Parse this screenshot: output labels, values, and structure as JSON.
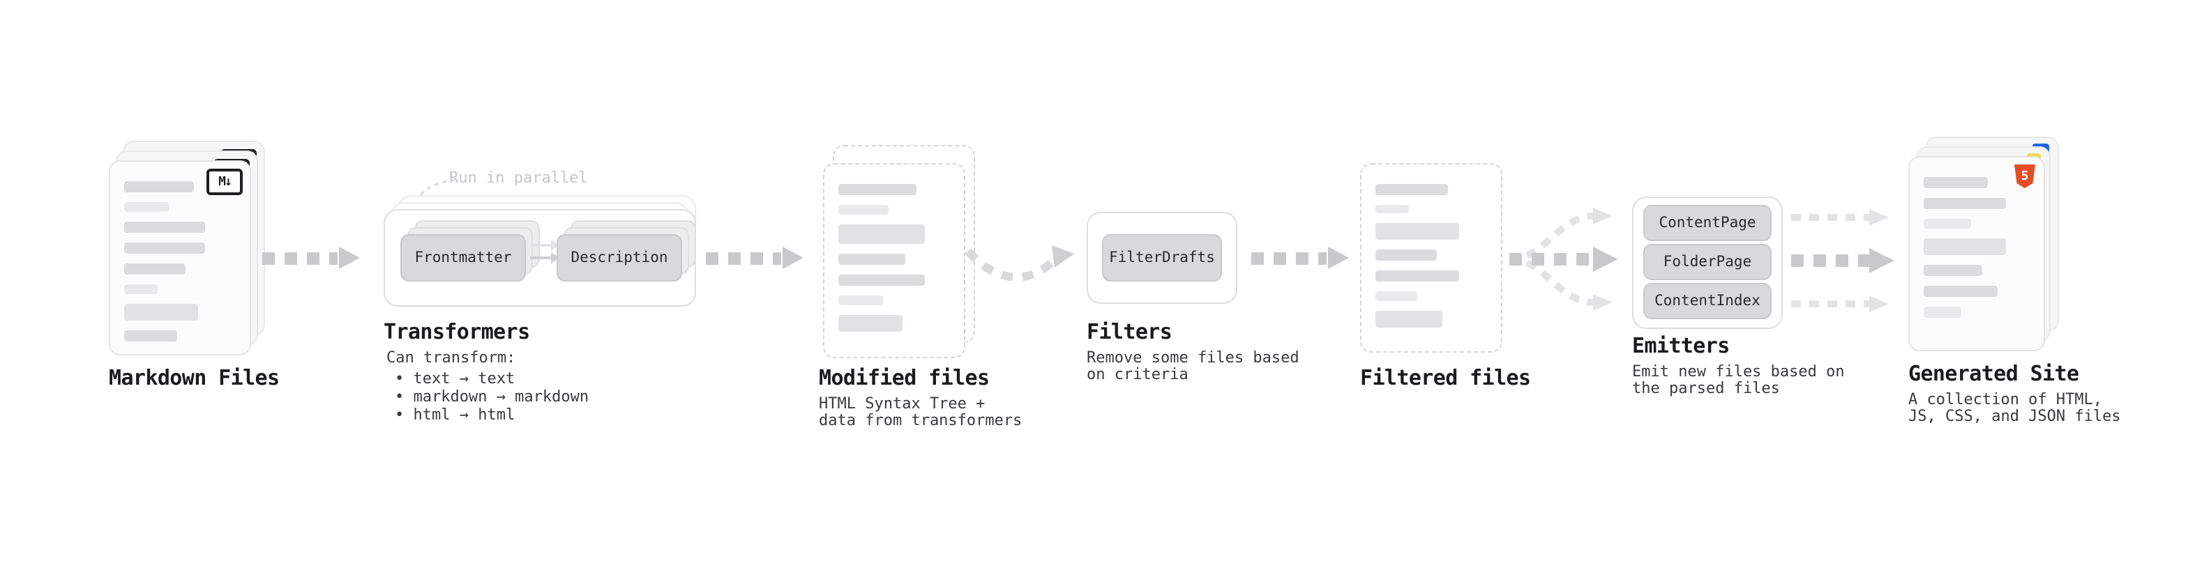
{
  "diagram": {
    "markdown_files": {
      "label": "Markdown Files",
      "badge": "M↓"
    },
    "transformers": {
      "label": "Transformers",
      "callout": "Run in parallel",
      "node1": "Frontmatter",
      "node2": "Description",
      "desc_title": "Can transform:",
      "bullet1": "• text → text",
      "bullet2": "• markdown → markdown",
      "bullet3": "• html → html"
    },
    "modified_files": {
      "label": "Modified files",
      "desc1": "HTML Syntax Tree +",
      "desc2": "data from transformers"
    },
    "filters": {
      "label": "Filters",
      "node1": "FilterDrafts",
      "desc1": "Remove some files based",
      "desc2": "on criteria"
    },
    "filtered_files": {
      "label": "Filtered files"
    },
    "emitters": {
      "label": "Emitters",
      "node1": "ContentPage",
      "node2": "FolderPage",
      "node3": "ContentIndex",
      "desc1": "Emit new files based on",
      "desc2": "the parsed files"
    },
    "generated_site": {
      "label": "Generated Site",
      "badge": "5",
      "desc1": "A collection of HTML,",
      "desc2": "JS, CSS, and JSON files"
    },
    "colors": {
      "arrow": "#c9c9cc",
      "arrow_faint": "#e3e3e6",
      "node_bg": "#d9d9db",
      "html5_orange": "#e44d26",
      "js_yellow": "#f0db4f",
      "css_blue": "#2563eb"
    }
  }
}
